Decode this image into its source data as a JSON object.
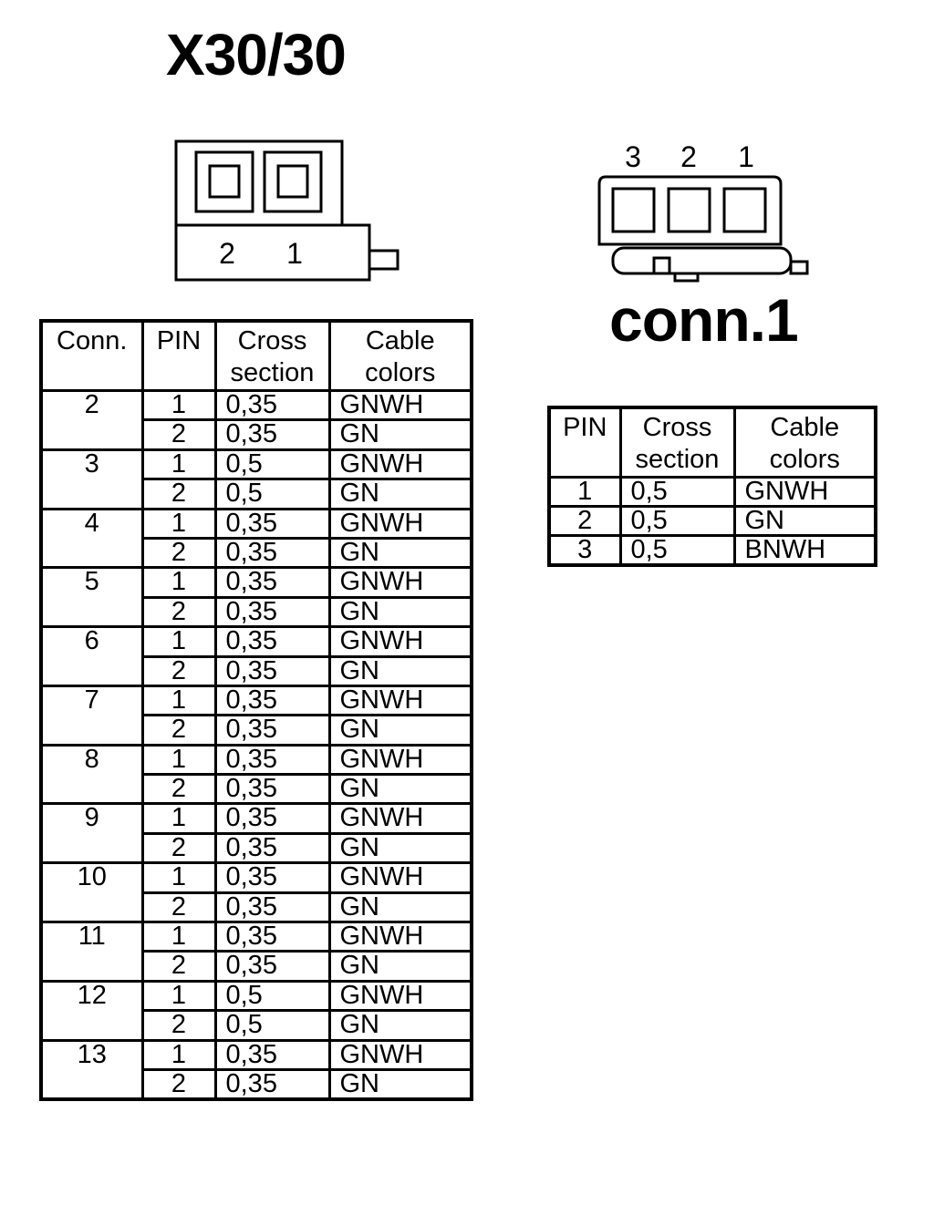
{
  "x30_title": "X30/30",
  "conn1_title": "conn.1",
  "x30_connector": {
    "pins": [
      "2",
      "1"
    ]
  },
  "conn1_connector": {
    "pins": [
      "3",
      "2",
      "1"
    ]
  },
  "main_table": {
    "headers": {
      "conn": "Conn.",
      "pin": "PIN",
      "cross": [
        "Cross",
        "section"
      ],
      "cable": [
        "Cable",
        "colors"
      ]
    },
    "groups": [
      {
        "conn": "2",
        "rows": [
          [
            "1",
            "0,35",
            "GNWH"
          ],
          [
            "2",
            "0,35",
            "GN"
          ]
        ]
      },
      {
        "conn": "3",
        "rows": [
          [
            "1",
            "0,5",
            "GNWH"
          ],
          [
            "2",
            "0,5",
            "GN"
          ]
        ]
      },
      {
        "conn": "4",
        "rows": [
          [
            "1",
            "0,35",
            "GNWH"
          ],
          [
            "2",
            "0,35",
            "GN"
          ]
        ]
      },
      {
        "conn": "5",
        "rows": [
          [
            "1",
            "0,35",
            "GNWH"
          ],
          [
            "2",
            "0,35",
            "GN"
          ]
        ]
      },
      {
        "conn": "6",
        "rows": [
          [
            "1",
            "0,35",
            "GNWH"
          ],
          [
            "2",
            "0,35",
            "GN"
          ]
        ]
      },
      {
        "conn": "7",
        "rows": [
          [
            "1",
            "0,35",
            "GNWH"
          ],
          [
            "2",
            "0,35",
            "GN"
          ]
        ]
      },
      {
        "conn": "8",
        "rows": [
          [
            "1",
            "0,35",
            "GNWH"
          ],
          [
            "2",
            "0,35",
            "GN"
          ]
        ]
      },
      {
        "conn": "9",
        "rows": [
          [
            "1",
            "0,35",
            "GNWH"
          ],
          [
            "2",
            "0,35",
            "GN"
          ]
        ]
      },
      {
        "conn": "10",
        "rows": [
          [
            "1",
            "0,35",
            "GNWH"
          ],
          [
            "2",
            "0,35",
            "GN"
          ]
        ]
      },
      {
        "conn": "11",
        "rows": [
          [
            "1",
            "0,35",
            "GNWH"
          ],
          [
            "2",
            "0,35",
            "GN"
          ]
        ]
      },
      {
        "conn": "12",
        "rows": [
          [
            "1",
            "0,5",
            "GNWH"
          ],
          [
            "2",
            "0,5",
            "GN"
          ]
        ]
      },
      {
        "conn": "13",
        "rows": [
          [
            "1",
            "0,35",
            "GNWH"
          ],
          [
            "2",
            "0,35",
            "GN"
          ]
        ]
      }
    ]
  },
  "conn1_table": {
    "headers": {
      "pin": "PIN",
      "cross": [
        "Cross",
        "section"
      ],
      "cable": [
        "Cable",
        "colors"
      ]
    },
    "rows": [
      [
        "1",
        "0,5",
        "GNWH"
      ],
      [
        "2",
        "0,5",
        "GN"
      ],
      [
        "3",
        "0,5",
        "BNWH"
      ]
    ]
  }
}
